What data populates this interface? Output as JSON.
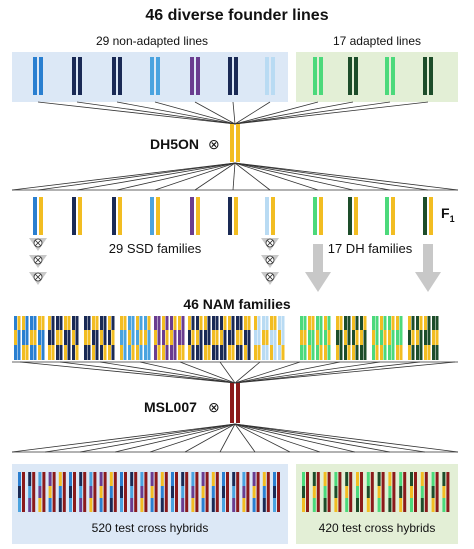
{
  "title": "46 diverse founder lines",
  "founders": {
    "non_adapted_label": "29 non-adapted lines",
    "adapted_label": "17 adapted lines"
  },
  "tester_parent": "DH5ON",
  "cross_symbol": "⊗",
  "f1_label": "F",
  "f1_subscript": "1",
  "ssd_label": "29 SSD families",
  "dh_label": "17 DH families",
  "nam_label": "46 NAM families",
  "tester_hybrid": "MSL007",
  "hybrids_left": "520 test cross hybrids",
  "hybrids_right": "420 test cross hybrids",
  "colors": {
    "non_adapted_panel": "#dce8f6",
    "adapted_panel": "#e3efd6",
    "dh5on": "#f2bd22",
    "msl007": "#8b1a1a",
    "non_adapted_lines": [
      "#2a7fd0",
      "#1a2a55",
      "#1a2a55",
      "#4aa3df",
      "#6a3d8f",
      "#1a2a55",
      "#b9dbf3"
    ],
    "adapted_lines": [
      "#4cd97b",
      "#1d4d2a",
      "#4cd97b",
      "#1d4d2a"
    ]
  }
}
